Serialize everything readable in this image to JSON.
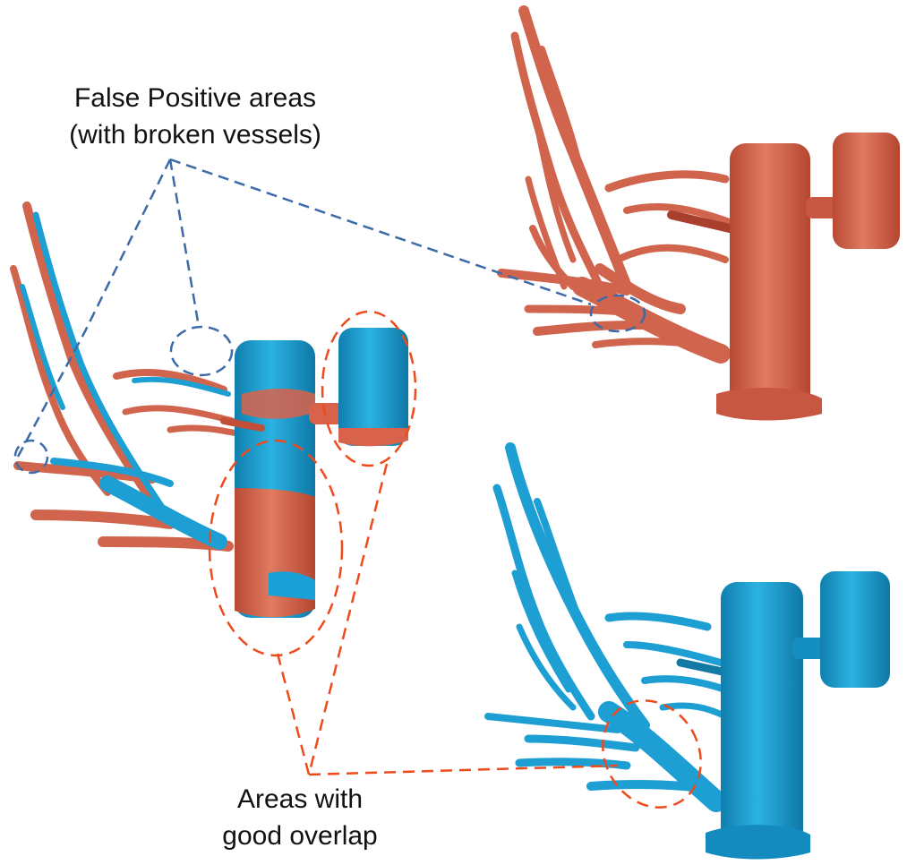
{
  "labels": {
    "false_positive_line1": "False Positive areas",
    "false_positive_line2": "(with broken vessels)",
    "overlap_line1": "Areas with",
    "overlap_line2": "good overlap"
  },
  "colors": {
    "ground_truth": "#1aa0d4",
    "prediction": "#d9624a",
    "callout_blue": "#3d6aa8",
    "callout_orange": "#ee4a1c"
  }
}
